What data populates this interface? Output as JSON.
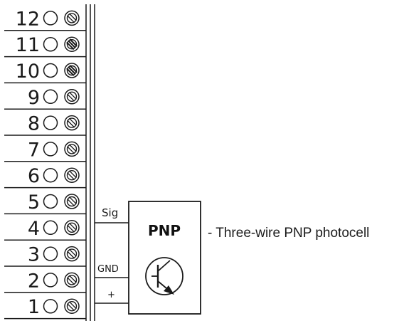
{
  "terminals": [
    {
      "number": "12",
      "screw": "normal"
    },
    {
      "number": "11",
      "screw": "tight"
    },
    {
      "number": "10",
      "screw": "tight"
    },
    {
      "number": "9",
      "screw": "normal"
    },
    {
      "number": "8",
      "screw": "normal"
    },
    {
      "number": "7",
      "screw": "normal"
    },
    {
      "number": "6",
      "screw": "normal"
    },
    {
      "number": "5",
      "screw": "normal"
    },
    {
      "number": "4",
      "screw": "normal"
    },
    {
      "number": "3",
      "screw": "normal"
    },
    {
      "number": "2",
      "screw": "normal"
    },
    {
      "number": "1",
      "screw": "normal"
    }
  ],
  "wires": {
    "sig": "Sig",
    "gnd": "GND",
    "plus": "+"
  },
  "device": {
    "title": "PNP",
    "description": "- Three-wire PNP photocell"
  },
  "colors": {
    "line": "#1a1a1a",
    "background": "#ffffff"
  }
}
